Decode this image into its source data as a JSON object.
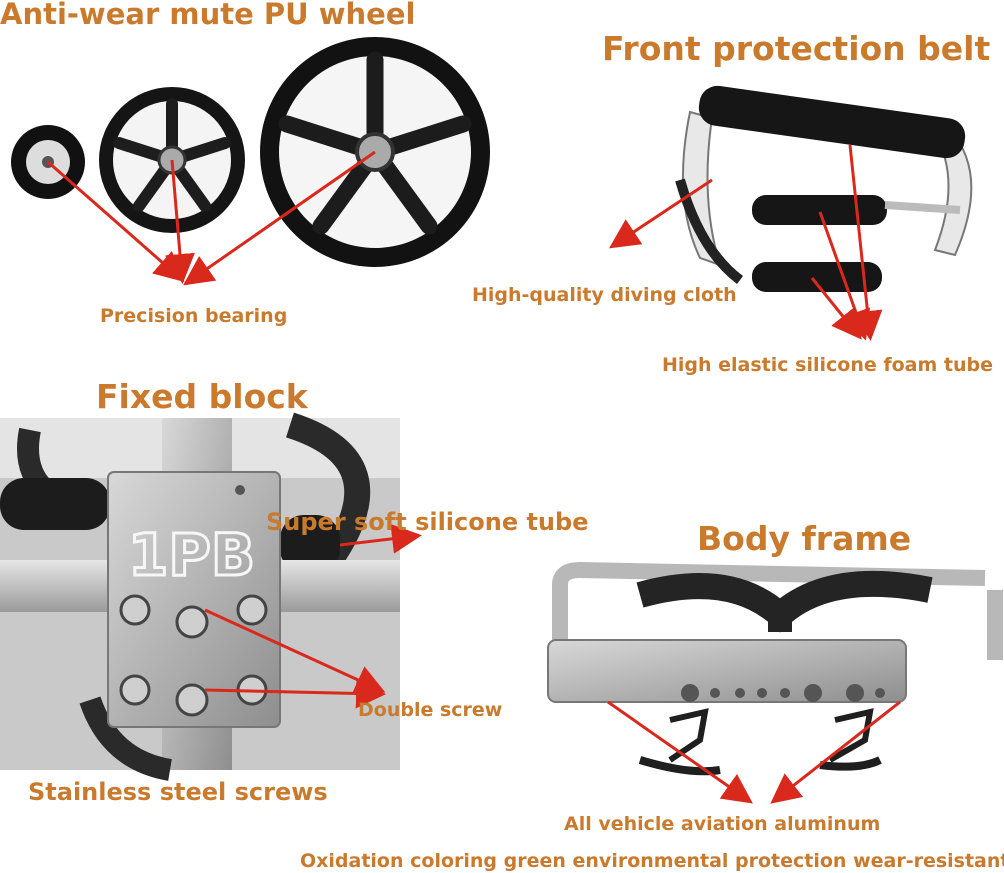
{
  "colors": {
    "label_orange": "#c97a2c",
    "arrow_red": "#d9281c"
  },
  "sections": {
    "wheel": {
      "title": "Anti-wear mute PU wheel",
      "callouts": [
        "Precision bearing"
      ]
    },
    "belt": {
      "title": "Front protection belt",
      "callouts": [
        "High-quality diving cloth",
        "High elastic silicone foam tube"
      ]
    },
    "block": {
      "title": "Fixed block",
      "callouts": [
        "Super soft silicone tube",
        "Double screw",
        "Stainless steel screws"
      ]
    },
    "frame": {
      "title": "Body frame",
      "callouts": [
        "All vehicle aviation aluminum",
        "Oxidation coloring green environmental protection wear-resistant"
      ]
    }
  }
}
